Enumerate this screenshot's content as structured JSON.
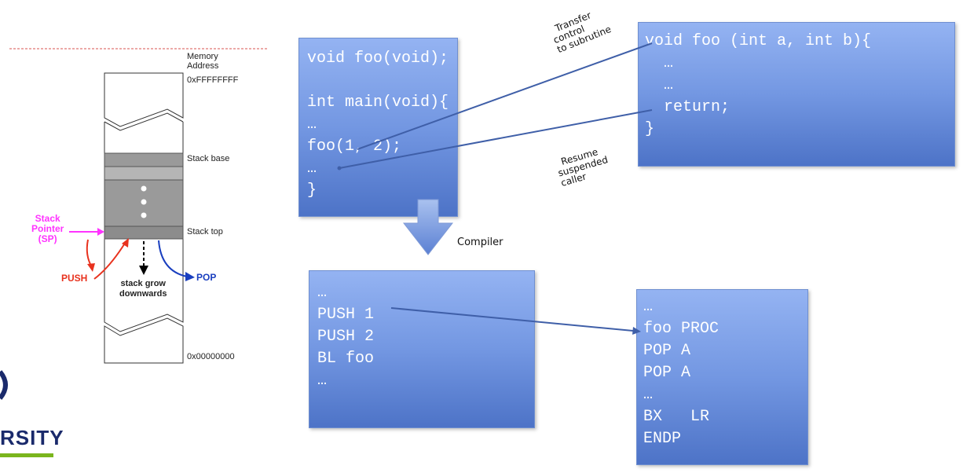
{
  "stack_diagram": {
    "memory_address_label": [
      "Memory",
      "Address"
    ],
    "top_address": "0xFFFFFFFF",
    "bottom_address": "0x00000000",
    "stack_base": "Stack base",
    "stack_top": "Stack top",
    "stack_pointer": [
      "Stack",
      "Pointer",
      "(SP)"
    ],
    "push": "PUSH",
    "pop": "POP",
    "grow": [
      "stack grow",
      "downwards"
    ],
    "colors": {
      "sp": "#ff33ff",
      "push": "#e8321e",
      "pop": "#1a3fbf",
      "stack": "#9a9a9a"
    }
  },
  "c_caller": {
    "lines": [
      "void foo(void);",
      "",
      "int main(void){",
      "…",
      "foo(1, 2);",
      "…",
      "}"
    ]
  },
  "c_callee": {
    "lines": [
      "void foo (int a, int b){",
      "  …",
      "  …",
      "  return;",
      "}"
    ]
  },
  "asm_caller": {
    "lines": [
      "…",
      "PUSH 1",
      "PUSH 2",
      "BL foo",
      "…"
    ]
  },
  "asm_callee": {
    "lines": [
      "…",
      "foo PROC",
      "POP A",
      "POP A",
      "…",
      "BX   LR",
      "ENDP"
    ]
  },
  "annotations": {
    "transfer": [
      "Transfer",
      "control",
      "to subrutine"
    ],
    "resume": [
      "Resume",
      "suspended",
      "caller"
    ],
    "compiler": "Compiler"
  },
  "logo": {
    "text": "RSITY",
    "bar_color": "#7ab51d"
  }
}
